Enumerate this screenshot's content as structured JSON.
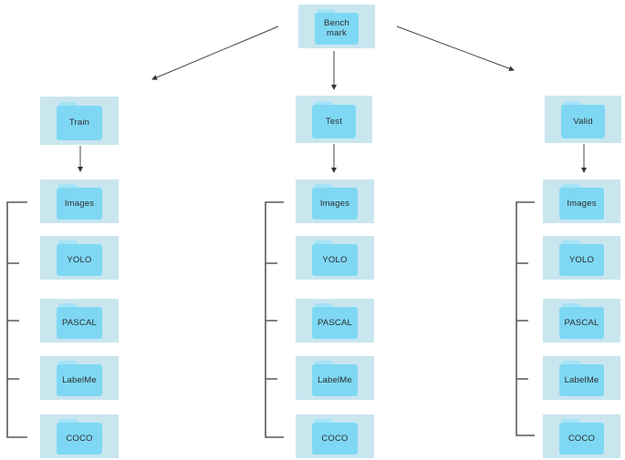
{
  "root": {
    "label": "Bench mark"
  },
  "branches": [
    {
      "label": "Train",
      "children": [
        "Images",
        "YOLO",
        "PASCAL",
        "LabelMe",
        "COCO"
      ]
    },
    {
      "label": "Test",
      "children": [
        "Images",
        "YOLO",
        "PASCAL",
        "LabelMe",
        "COCO"
      ]
    },
    {
      "label": "Valid",
      "children": [
        "Images",
        "YOLO",
        "PASCAL",
        "LabelMe",
        "COCO"
      ]
    }
  ],
  "colors": {
    "node_background": "#c9e6ef",
    "folder_body": "#7ed8f4",
    "folder_tab": "#a6e3f7",
    "connector_line": "#404040",
    "bracket_line": "#595959",
    "label_text": "#2d2d2d",
    "page_background": "#ffffff"
  }
}
